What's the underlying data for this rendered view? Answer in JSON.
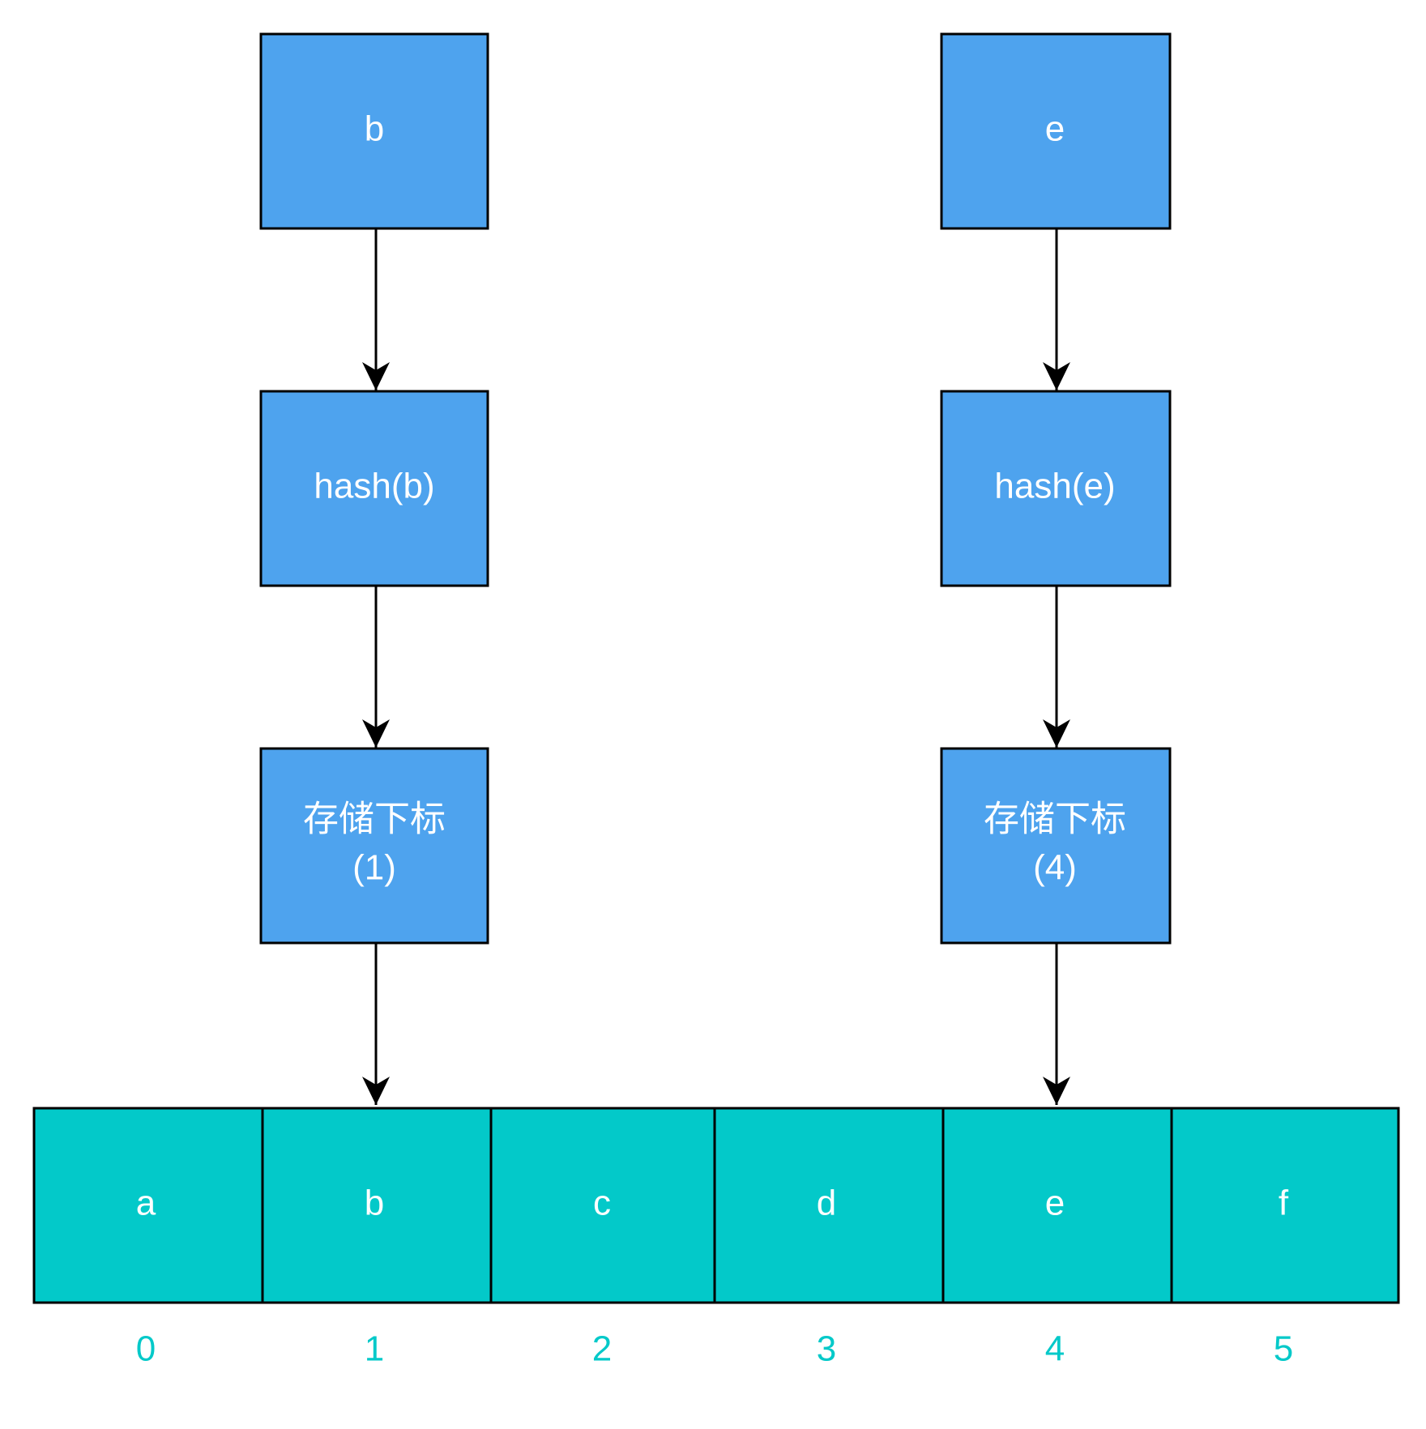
{
  "colors": {
    "flow_box_fill": "#4EA3EE",
    "array_cell_fill": "#03C9C9",
    "index_text": "#03C9C9",
    "stroke": "#000000",
    "box_text": "#FFFFFF"
  },
  "flows": [
    {
      "key": "b",
      "hash": "hash(b)",
      "index_label_line1": "存储下标",
      "index_label_line2": "(1)",
      "target_index": 1
    },
    {
      "key": "e",
      "hash": "hash(e)",
      "index_label_line1": "存储下标",
      "index_label_line2": "(4)",
      "target_index": 4
    }
  ],
  "array": {
    "cells": [
      "a",
      "b",
      "c",
      "d",
      "e",
      "f"
    ],
    "indices": [
      "0",
      "1",
      "2",
      "3",
      "4",
      "5"
    ]
  }
}
